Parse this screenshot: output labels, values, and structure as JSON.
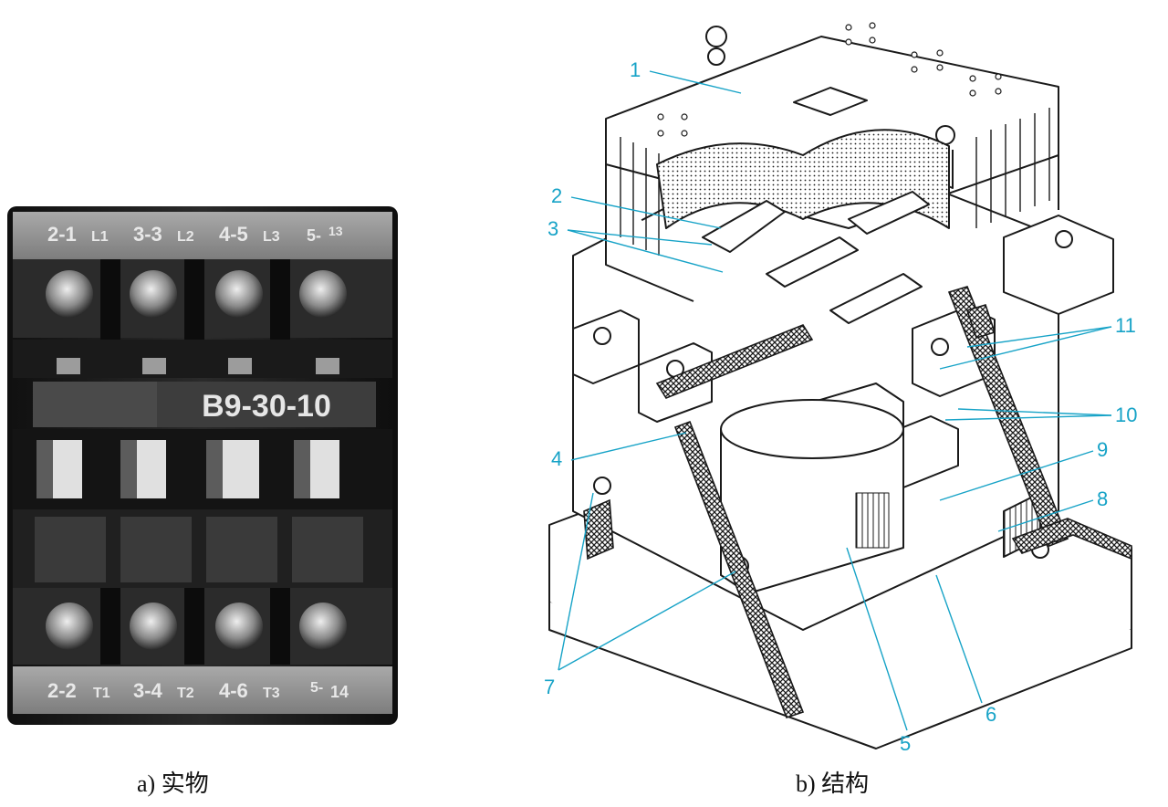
{
  "photo": {
    "model_label": "B9-30-10",
    "top_terminals": [
      {
        "a": "2-1",
        "b": "L1"
      },
      {
        "a": "3-3",
        "b": "L2"
      },
      {
        "a": "4-5",
        "b": "L3"
      },
      {
        "a": "5-",
        "b": "13"
      }
    ],
    "bottom_terminals": [
      {
        "a": "2-2",
        "b": "T1"
      },
      {
        "a": "3-4",
        "b": "T2"
      },
      {
        "a": "4-6",
        "b": "T3"
      },
      {
        "a": "5-",
        "b": "14"
      }
    ]
  },
  "captions": {
    "a": "a) 实物",
    "b": "b) 结构"
  },
  "callouts": [
    "1",
    "2",
    "3",
    "4",
    "5",
    "6",
    "7",
    "8",
    "9",
    "10",
    "11"
  ],
  "colors": {
    "callout": "#17a3c7",
    "line_art": "#1a1a1a",
    "photo_dark": "#1c1c1c",
    "photo_light": "#9a9a9a"
  }
}
